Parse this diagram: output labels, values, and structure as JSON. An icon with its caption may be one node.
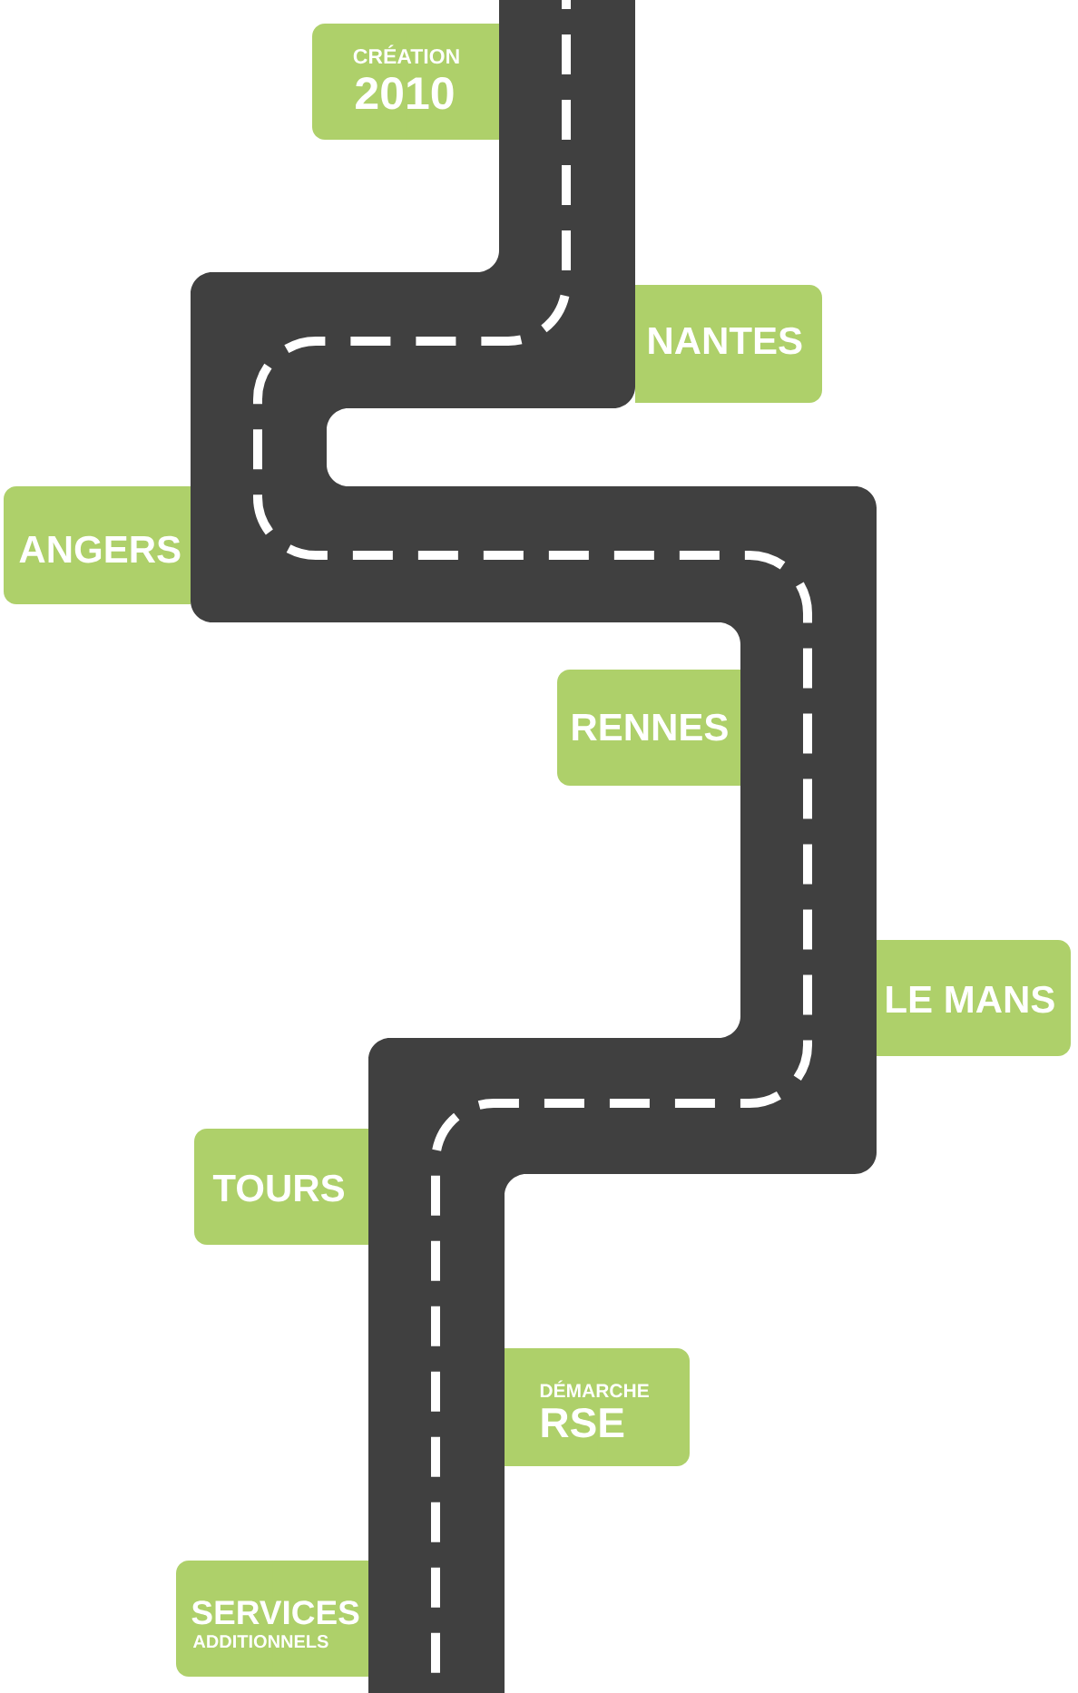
{
  "diagram": {
    "nodes": [
      {
        "text": [
          "CRÉATION",
          "2010"
        ]
      },
      {
        "text": [
          "NANTES"
        ]
      },
      {
        "text": [
          "ANGERS"
        ]
      },
      {
        "text": [
          "RENNES"
        ]
      },
      {
        "text": [
          "LE MANS"
        ]
      },
      {
        "text": [
          "TOURS"
        ]
      },
      {
        "text": [
          "DÉMARCHE",
          "RSE"
        ]
      },
      {
        "text": [
          "SERVICES",
          "ADDITIONNELS"
        ]
      }
    ]
  }
}
